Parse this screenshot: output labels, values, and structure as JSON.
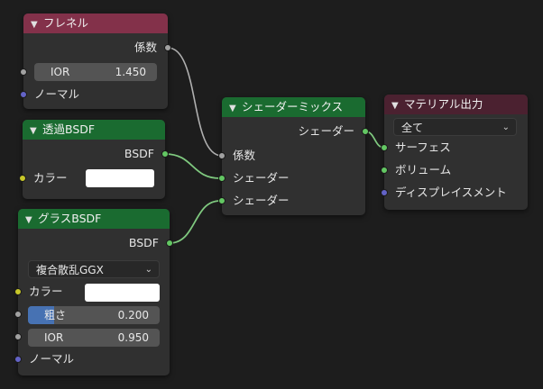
{
  "colors": {
    "socket_float": "#a1a1a1",
    "socket_vector": "#6363c7",
    "socket_color": "#c7c729",
    "socket_shader": "#63c763",
    "wire_shader": "#7fc97f",
    "wire_float": "#b0b0b0",
    "header_input": "#83314a",
    "header_shader": "#1a6b30",
    "header_output": "#4b2130"
  },
  "fresnel": {
    "title": "フレネル",
    "out_fac": "係数",
    "ior_label": "IOR",
    "ior_value": "1.450",
    "normal_label": "ノーマル"
  },
  "transparent": {
    "title": "透過BSDF",
    "out_bsdf": "BSDF",
    "color_label": "カラー",
    "color_value": "#ffffff"
  },
  "glass": {
    "title": "グラスBSDF",
    "out_bsdf": "BSDF",
    "distribution": "複合散乱GGX",
    "color_label": "カラー",
    "color_value": "#ffffff",
    "roughness_label": "粗さ",
    "roughness_value": "0.200",
    "roughness_fraction": 0.2,
    "ior_label": "IOR",
    "ior_value": "0.950",
    "normal_label": "ノーマル"
  },
  "mix": {
    "title": "シェーダーミックス",
    "out_shader": "シェーダー",
    "fac_label": "係数",
    "shader1_label": "シェーダー",
    "shader2_label": "シェーダー"
  },
  "output": {
    "title": "マテリアル出力",
    "target": "全て",
    "surface_label": "サーフェス",
    "volume_label": "ボリューム",
    "displacement_label": "ディスプレイスメント"
  }
}
